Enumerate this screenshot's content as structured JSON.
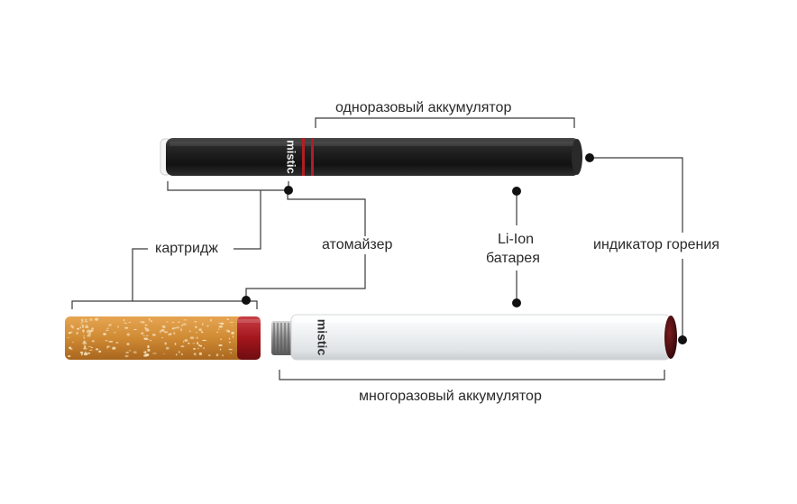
{
  "labels": {
    "disposable_battery": "одноразовый аккумулятор",
    "cartridge": "картридж",
    "atomizer": "атомайзер",
    "li_ion_line1": "Li-Ion",
    "li_ion_line2": "батарея",
    "burn_indicator": "индикатор горения",
    "reusable_battery": "многоразовый аккумулятор"
  },
  "brand": {
    "logo_text": "mistic"
  },
  "colors": {
    "disposable_body": "#1c1c1c",
    "reusable_body": "#eef1f2",
    "filter_orange": "#d58e38",
    "ring_red": "#b11e24",
    "tip_dark_red": "#5a1214",
    "connector_metal": "#9a9a9a",
    "leader_line": "#333333"
  }
}
